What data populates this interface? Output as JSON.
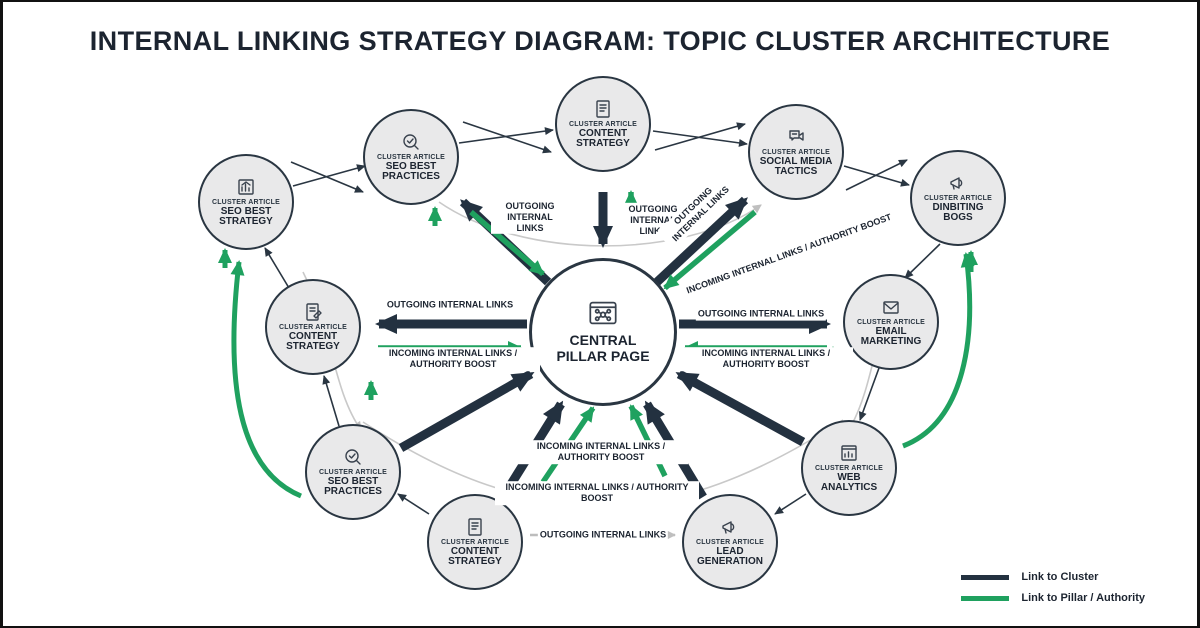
{
  "title": "INTERNAL LINKING STRATEGY DIAGRAM: TOPIC CLUSTER ARCHITECTURE",
  "center": {
    "title": "CENTRAL PILLAR PAGE"
  },
  "nodes": [
    {
      "kicker": "CLUSTER ARTICLE",
      "title": "CONTENT STRATEGY"
    },
    {
      "kicker": "CLUSTER ARTICLE",
      "title": "SOCIAL MEDIA TACTICS"
    },
    {
      "kicker": "CLUSTER ARTICLE",
      "title": "DINBITING BOGS"
    },
    {
      "kicker": "CLUSTER ARTICLE",
      "title": "EMAIL MARKETING"
    },
    {
      "kicker": "CLUSTER ARTICLE",
      "title": "WEB ANALYTICS"
    },
    {
      "kicker": "CLUSTER ARTICLE",
      "title": "LEAD GENERATION"
    },
    {
      "kicker": "CLUSTER ARTICLE",
      "title": "CONTENT STRATEGY"
    },
    {
      "kicker": "CLUSTER ARTICLE",
      "title": "SEO BEST PRACTICES"
    },
    {
      "kicker": "CLUSTER ARTICLE",
      "title": "CONTENT STRATEGY"
    },
    {
      "kicker": "CLUSTER ARTICLE",
      "title": "SEO BEST STRATEGY"
    },
    {
      "kicker": "CLUSTER ARTICLE",
      "title": "SEO BEST PRACTICES"
    }
  ],
  "edge_labels": {
    "outgoing": "OUTGOING INTERNAL LINKS",
    "incoming": "INCOMING INTERNAL LINKS / AUTHORITY BOOST"
  },
  "legend": [
    {
      "label": "Link to Cluster",
      "color": "#233140"
    },
    {
      "label": "Link to Pillar / Authority",
      "color": "#1fa15f"
    }
  ]
}
